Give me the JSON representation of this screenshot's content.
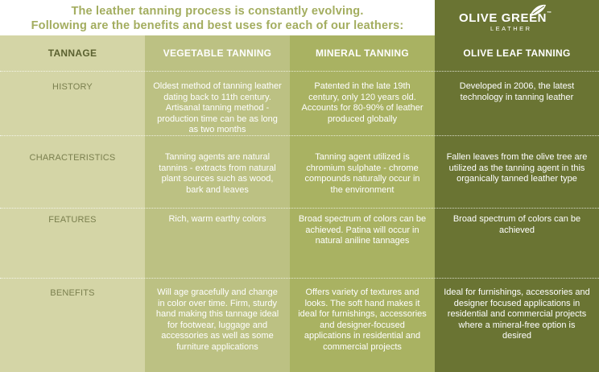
{
  "intro": {
    "line1": "The leather tanning process is constantly evolving.",
    "line2": "Following are the benefits and best uses for each of our leathers:"
  },
  "logo": {
    "brand": "OLIVE GREEN",
    "tm": "™",
    "sub": "LEATHER",
    "icon": "leaf-icon"
  },
  "colors": {
    "col_tannage": "#d4d5a6",
    "col_vegetable": "#bcc183",
    "col_mineral": "#a9b262",
    "col_olive": "#6a7433",
    "intro_text": "#a3ad5f"
  },
  "headers": {
    "tannage": "TANNAGE",
    "vegetable": "VEGETABLE TANNING",
    "mineral": "MINERAL TANNING",
    "olive": "OLIVE LEAF TANNING"
  },
  "rows": [
    {
      "label": "HISTORY",
      "vegetable": "Oldest method of tanning leather dating back to 11th century. Artisanal tanning method - production time can be as long as two months",
      "mineral": "Patented in the late 19th century, only 120 years old. Accounts for 80-90% of leather produced globally",
      "olive": "Developed in 2006, the latest technology in tanning leather"
    },
    {
      "label": "CHARACTERISTICS",
      "vegetable": "Tanning agents are natural tannins - extracts from natural plant sources such as wood, bark and leaves",
      "mineral": "Tanning agent utilized is chromium sulphate - chrome compounds naturally occur in the environment",
      "olive": "Fallen leaves from the olive tree are utilized as the tanning agent in this organically tanned leather type"
    },
    {
      "label": "FEATURES",
      "vegetable": "Rich, warm earthy colors",
      "mineral": "Broad spectrum of colors can be achieved. Patina will occur in natural aniline tannages",
      "olive": "Broad spectrum of colors can be achieved"
    },
    {
      "label": "BENEFITS",
      "vegetable": "Will age gracefully and change in color over time. Firm, sturdy hand making this tannage ideal for footwear, luggage and accessories as well as some furniture applications",
      "mineral": "Offers variety of textures and looks. The soft hand makes it ideal for furnishings, accessories and designer-focused applications in residential and commercial projects",
      "olive": "Ideal for furnishings, accessories and designer focused applications in residential and commercial projects where a mineral-free option is desired"
    }
  ]
}
